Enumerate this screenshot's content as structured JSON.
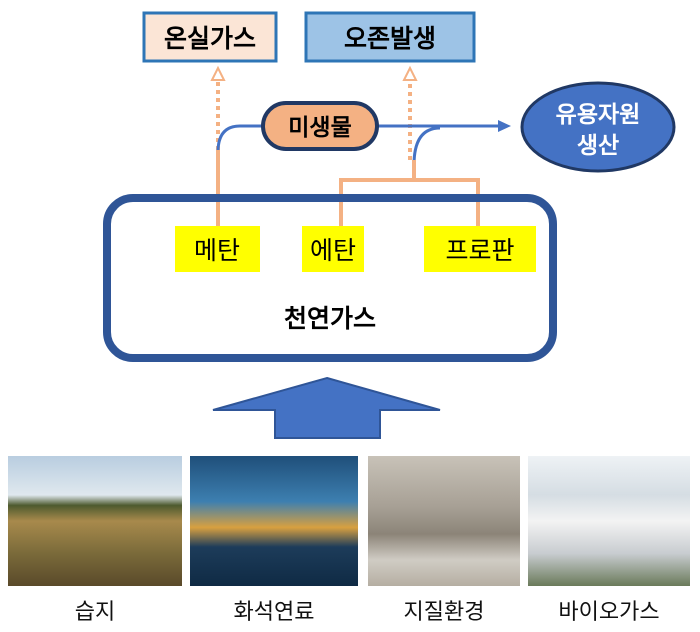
{
  "top_boxes": {
    "greenhouse": "온실가스",
    "ozone": "오존발생"
  },
  "microbe": "미생물",
  "resource": {
    "line1": "유용자원",
    "line2": "생산"
  },
  "gases": {
    "methane": "메탄",
    "ethane": "에탄",
    "propane": "프로판"
  },
  "natural_gas": "천연가스",
  "sources": [
    "습지",
    "화석연료",
    "지질환경",
    "바이오가스"
  ],
  "colors": {
    "blue": "#2f5597",
    "mid_blue": "#4472c4",
    "orange": "#f4b183",
    "yellow": "#ffff00",
    "peach": "#fbe5d6",
    "light_blue": "#9dc3e6"
  }
}
